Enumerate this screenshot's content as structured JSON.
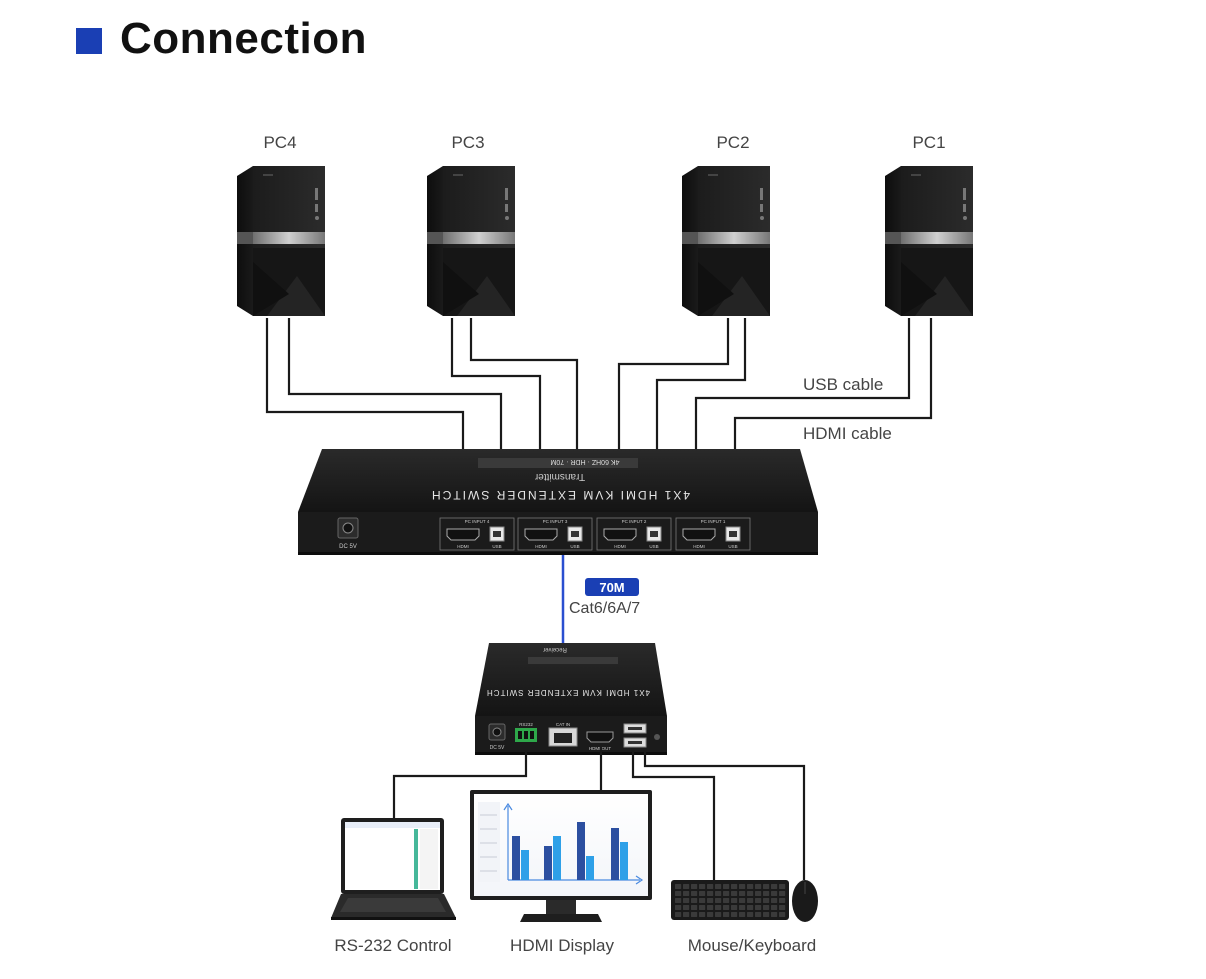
{
  "heading": {
    "title": "Connection"
  },
  "pcs": [
    {
      "label": "PC4"
    },
    {
      "label": "PC3"
    },
    {
      "label": "PC2"
    },
    {
      "label": "PC1"
    }
  ],
  "cables": {
    "usb": "USB cable",
    "hdmi": "HDMI cable"
  },
  "transmitter": {
    "product_name": "4X1 HDMI KVM EXTENDER SWITCH",
    "subtitle": "Transmitter",
    "badges": [
      "4K 60HZ",
      "HDR",
      "70M"
    ],
    "port_group_label": "PC INPUT",
    "hdmi_port_label": "HDMI",
    "usb_port_label": "USB",
    "power_label": "DC 5V"
  },
  "link": {
    "distance": "70M",
    "cable_type": "Cat6/6A/7"
  },
  "receiver": {
    "product_name": "4X1 HDMI KVM EXTENDER SWITCH",
    "subtitle": "Receiver",
    "power_label": "DC 5V",
    "rs232_label": "RS232",
    "cat_label": "CAT IN",
    "hdmi_out_label": "HDMI OUT"
  },
  "devices": [
    {
      "label": "RS-232 Control"
    },
    {
      "label": "HDMI Display"
    },
    {
      "label": "Mouse/Keyboard"
    }
  ],
  "colors": {
    "accent": "#1a3fb4",
    "cat_line": "#2a4fd0",
    "device_body": "#1e1e1e",
    "chart_dark": "#2c4fa0",
    "chart_light": "#2ea0e8"
  }
}
